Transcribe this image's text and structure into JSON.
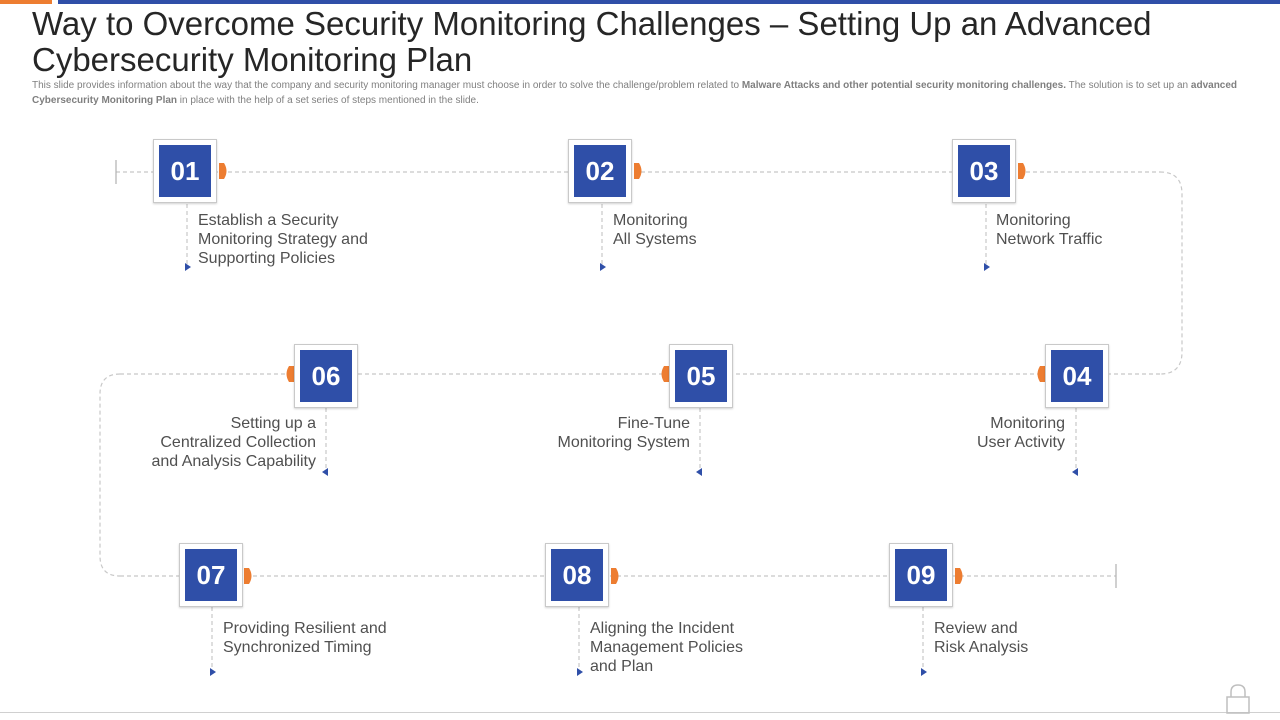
{
  "header": {
    "title": "Way to Overcome Security Monitoring Challenges – Setting Up an Advanced Cybersecurity Monitoring Plan",
    "subtitle_1": "This slide provides information about the way that the company and security monitoring manager must choose in order to solve the challenge/problem related to ",
    "subtitle_bold_1": "Malware Attacks and other potential security monitoring challenges.",
    "subtitle_2": " The solution is to set up an ",
    "subtitle_bold_2": "advanced Cybersecurity Monitoring Plan",
    "subtitle_3": " in place with the help of a set series of steps mentioned in the slide."
  },
  "steps": [
    {
      "number": "01",
      "label": "Establish a Security\nMonitoring Strategy and\nSupporting Policies"
    },
    {
      "number": "02",
      "label": "Monitoring\nAll Systems"
    },
    {
      "number": "03",
      "label": "Monitoring\nNetwork Traffic"
    },
    {
      "number": "04",
      "label": "Monitoring\nUser Activity"
    },
    {
      "number": "05",
      "label": "Fine-Tune\nMonitoring System"
    },
    {
      "number": "06",
      "label": "Setting up a\nCentralized Collection\nand Analysis Capability"
    },
    {
      "number": "07",
      "label": "Providing Resilient and\nSynchronized  Timing"
    },
    {
      "number": "08",
      "label": "Aligning the Incident\nManagement Policies\nand Plan"
    },
    {
      "number": "09",
      "label": "Review and\nRisk Analysis"
    }
  ],
  "colors": {
    "accent_blue": "#2F4FA8",
    "accent_orange": "#ED7D31",
    "connector_gray": "#c8c8c8"
  },
  "icons": {
    "footer": "lock-icon"
  }
}
